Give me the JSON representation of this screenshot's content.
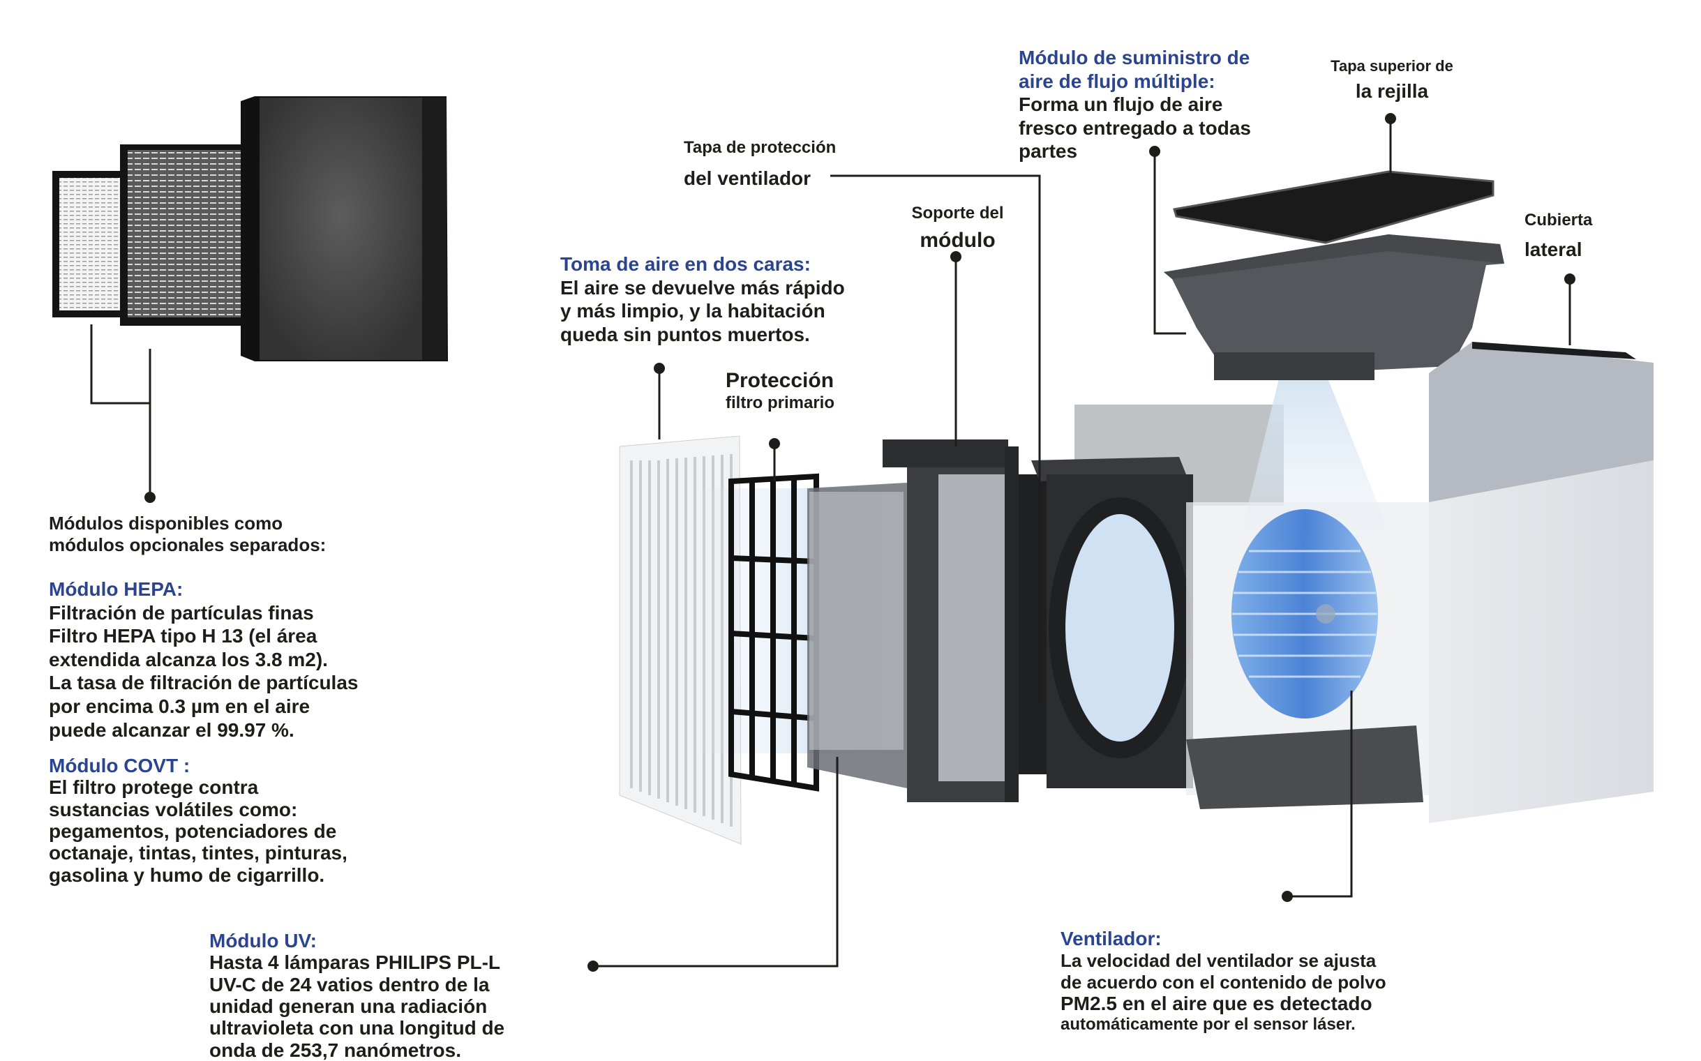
{
  "colors": {
    "heading_blue": "#2b4490",
    "text_dark": "#1d1d1b",
    "fan_blue": "#4a86d8"
  },
  "optional_modules": {
    "intro": [
      "Módulos disponibles como",
      "módulos opcionales separados:"
    ],
    "hepa": {
      "title": "Módulo HEPA:",
      "lines": [
        "Filtración de partículas finas",
        "Filtro HEPA tipo H 13 (el área",
        "extendida alcanza los 3.8 m2).",
        "La tasa de filtración de partículas",
        "por encima 0.3 µm en el aire",
        "puede alcanzar el 99.97 %."
      ]
    },
    "covt": {
      "title": "Módulo COVT :",
      "lines": [
        "El filtro protege contra",
        "sustancias volátiles como:",
        "pegamentos, potenciadores de",
        "octanaje, tintas, tintes, pinturas,",
        "gasolina y humo de cigarrillo."
      ]
    },
    "uv": {
      "title": "Módulo UV:",
      "lines": [
        "Hasta 4 lámparas PHILIPS PL-L",
        "UV-C de 24 vatios dentro de la",
        "unidad generan una radiación",
        "ultravioleta con una longitud de",
        "onda de 253,7 nanómetros."
      ]
    }
  },
  "callouts": {
    "fan_cover": {
      "line1": "Tapa de protección",
      "line2": "del ventilador"
    },
    "air_intake": {
      "title": "Toma de aire en dos caras:",
      "lines": [
        "El aire se devuelve más rápido",
        "y más limpio, y la habitación",
        "queda sin puntos muertos."
      ]
    },
    "primary_filter": {
      "line1": "Protección",
      "line2": "filtro primario"
    },
    "module_support": {
      "line1": "Soporte del",
      "line2": "módulo"
    },
    "air_supply": {
      "title_lines": [
        "Módulo de suministro de",
        "aire de flujo múltiple:"
      ],
      "lines": [
        "Forma un flujo de aire",
        "fresco entregado a todas",
        "partes"
      ]
    },
    "top_grille": {
      "line1": "Tapa superior de",
      "line2": "la rejilla"
    },
    "side_cover": {
      "line1": "Cubierta",
      "line2": "lateral"
    },
    "fan": {
      "title": "Ventilador:",
      "lines": [
        "La velocidad del ventilador se ajusta",
        "de acuerdo con el contenido de polvo",
        "PM2.5 en el aire que es detectado",
        "automáticamente por el sensor láser."
      ]
    }
  }
}
